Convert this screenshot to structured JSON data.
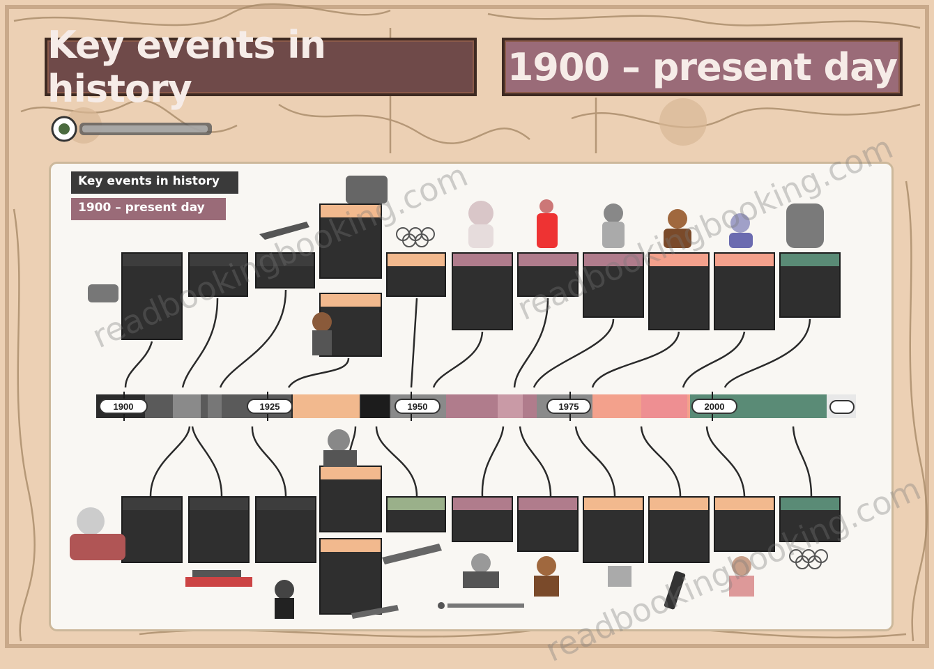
{
  "header": {
    "title": "Key events in history",
    "subtitle": "1900 – present day"
  },
  "panel": {
    "label_top": "Key events in history",
    "label_bottom": "1900 – present day"
  },
  "timeline": {
    "year_markers": [
      "1900",
      "1925",
      "1950",
      "1975",
      "2000"
    ]
  },
  "watermarks": {
    "text": "readbookingbooking.com"
  },
  "colors": {
    "background": "#ecd0b4",
    "header_left": "#6f4a49",
    "header_right": "#9a6b78",
    "card_dark": "#2f2f2f",
    "era_orange": "#f2b98e",
    "era_pink": "#b07c8c",
    "era_salmon": "#f3a18c",
    "era_green": "#5a8b76"
  }
}
